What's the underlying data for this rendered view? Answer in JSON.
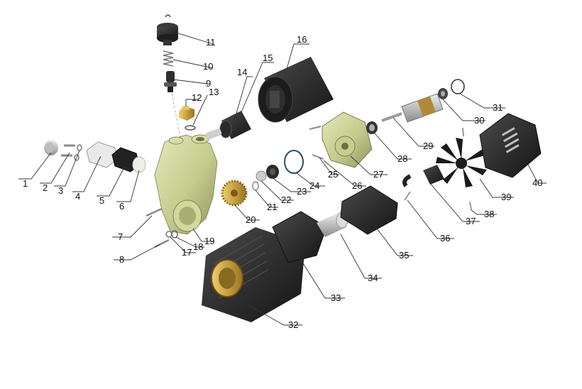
{
  "callouts": [
    {
      "id": "1",
      "label": "1"
    },
    {
      "id": "2",
      "label": "2"
    },
    {
      "id": "3",
      "label": "3"
    },
    {
      "id": "4",
      "label": "4"
    },
    {
      "id": "5",
      "label": "5"
    },
    {
      "id": "6",
      "label": "6"
    },
    {
      "id": "7",
      "label": "7"
    },
    {
      "id": "8",
      "label": "8"
    },
    {
      "id": "9",
      "label": "9"
    },
    {
      "id": "10",
      "label": "10"
    },
    {
      "id": "11",
      "label": "11"
    },
    {
      "id": "12",
      "label": "12"
    },
    {
      "id": "13",
      "label": "13"
    },
    {
      "id": "14",
      "label": "14"
    },
    {
      "id": "15",
      "label": "15"
    },
    {
      "id": "16",
      "label": "16"
    },
    {
      "id": "17",
      "label": "17"
    },
    {
      "id": "18",
      "label": "18"
    },
    {
      "id": "19",
      "label": "19"
    },
    {
      "id": "20",
      "label": "20"
    },
    {
      "id": "21",
      "label": "21"
    },
    {
      "id": "22",
      "label": "22"
    },
    {
      "id": "23",
      "label": "23"
    },
    {
      "id": "24",
      "label": "24"
    },
    {
      "id": "25",
      "label": "25"
    },
    {
      "id": "26",
      "label": "26"
    },
    {
      "id": "27",
      "label": "27"
    },
    {
      "id": "28",
      "label": "28"
    },
    {
      "id": "29",
      "label": "29"
    },
    {
      "id": "30",
      "label": "30"
    },
    {
      "id": "31",
      "label": "31"
    },
    {
      "id": "32",
      "label": "32"
    },
    {
      "id": "33",
      "label": "33"
    },
    {
      "id": "34",
      "label": "34"
    },
    {
      "id": "35",
      "label": "35"
    },
    {
      "id": "36",
      "label": "36"
    },
    {
      "id": "37",
      "label": "37"
    },
    {
      "id": "38",
      "label": "38"
    },
    {
      "id": "39",
      "label": "39"
    },
    {
      "id": "40",
      "label": "40"
    }
  ],
  "colors": {
    "pump_body": "#c9cf95",
    "motor_black": "#222222",
    "brass": "#c9a23a",
    "metal": "#b8b8b8"
  }
}
